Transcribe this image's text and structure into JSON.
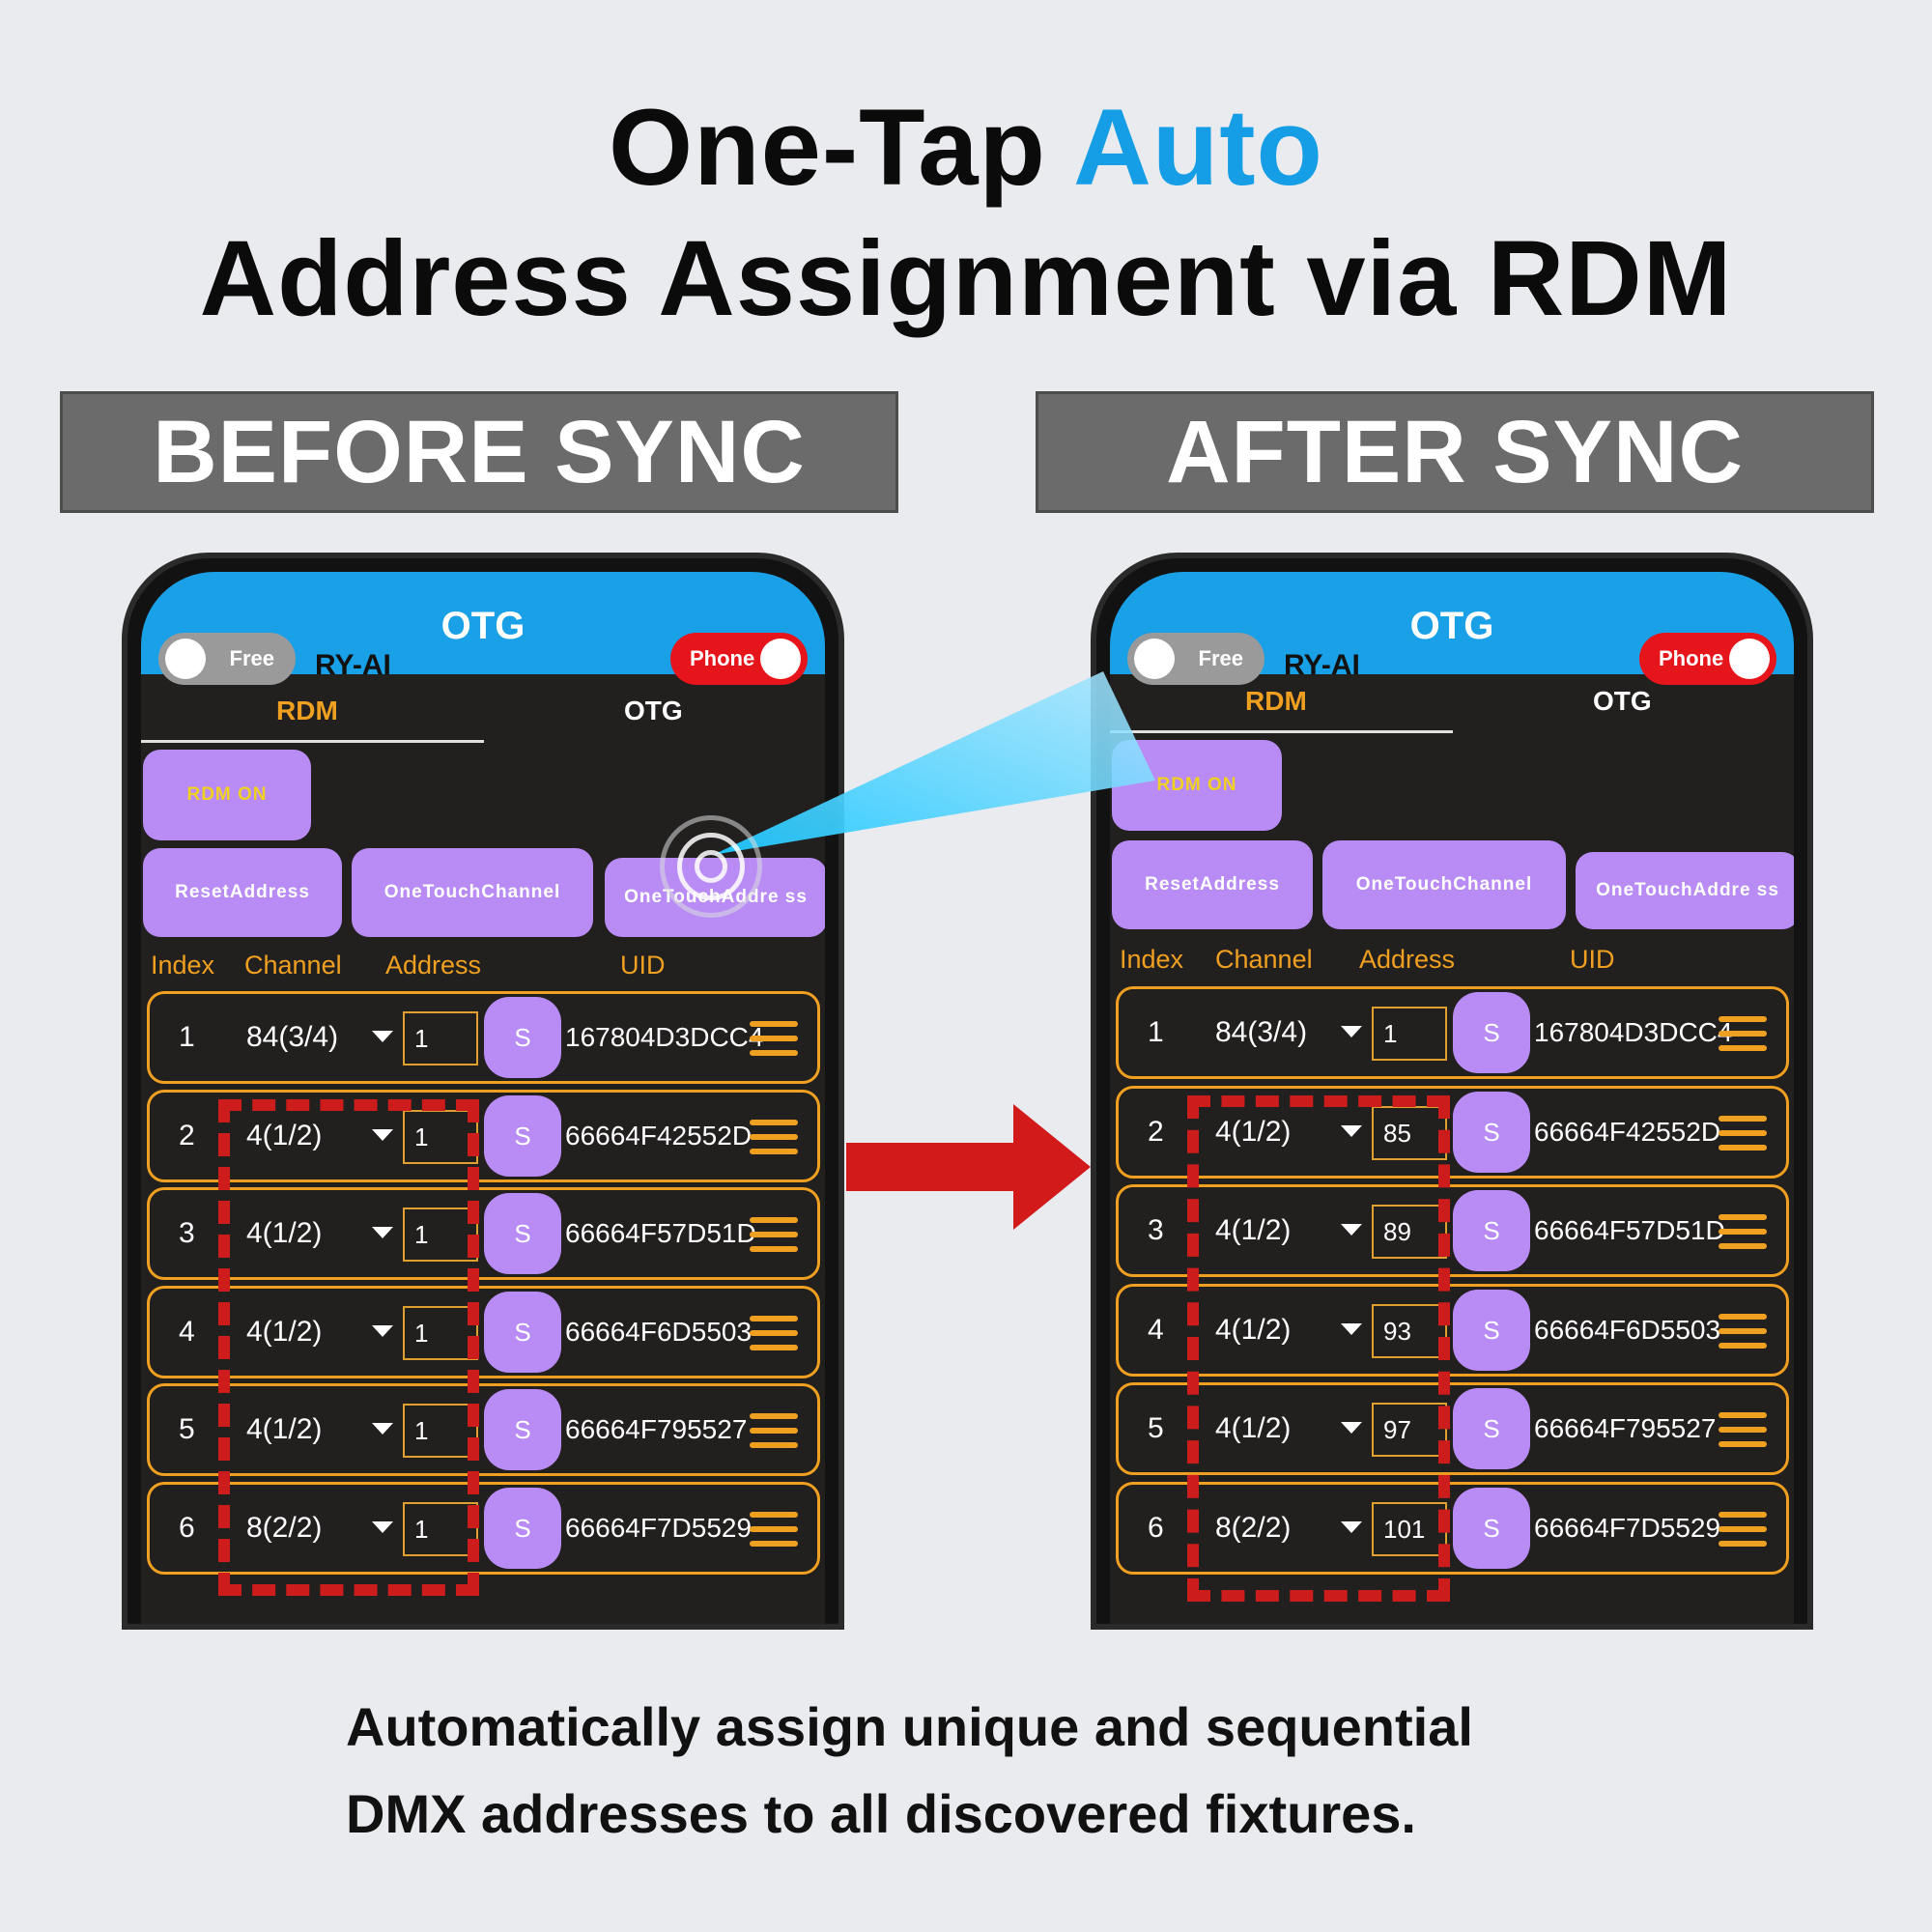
{
  "headline": {
    "line1_prefix": "One-Tap",
    "line1_accent": "Auto",
    "line2": "Address Assignment via RDM"
  },
  "banners": {
    "before": "BEFORE SYNC",
    "after": "AFTER SYNC"
  },
  "app": {
    "title": "OTG",
    "device": "RY-AI",
    "toggle_free": "Free",
    "toggle_phone": "Phone",
    "tab_rdm": "RDM",
    "tab_otg": "OTG",
    "rdm_on": "RDM ON",
    "reset_address": "ResetAddress",
    "one_touch_channel": "OneTouchChannel",
    "one_touch_address": "OneTouchAddre ss",
    "col_index": "Index",
    "col_channel": "Channel",
    "col_address": "Address",
    "col_uid": "UID",
    "set_label": "S"
  },
  "before": {
    "rows": [
      {
        "index": "1",
        "channel": "84(3/4)",
        "address": "1",
        "uid": "167804D3DCC4"
      },
      {
        "index": "2",
        "channel": "4(1/2)",
        "address": "1",
        "uid": "66664F42552D"
      },
      {
        "index": "3",
        "channel": "4(1/2)",
        "address": "1",
        "uid": "66664F57D51D"
      },
      {
        "index": "4",
        "channel": "4(1/2)",
        "address": "1",
        "uid": "66664F6D5503"
      },
      {
        "index": "5",
        "channel": "4(1/2)",
        "address": "1",
        "uid": "66664F795527"
      },
      {
        "index": "6",
        "channel": "8(2/2)",
        "address": "1",
        "uid": "66664F7D5529"
      }
    ]
  },
  "after": {
    "rows": [
      {
        "index": "1",
        "channel": "84(3/4)",
        "address": "1",
        "uid": "167804D3DCC4"
      },
      {
        "index": "2",
        "channel": "4(1/2)",
        "address": "85",
        "uid": "66664F42552D"
      },
      {
        "index": "3",
        "channel": "4(1/2)",
        "address": "89",
        "uid": "66664F57D51D"
      },
      {
        "index": "4",
        "channel": "4(1/2)",
        "address": "93",
        "uid": "66664F6D5503"
      },
      {
        "index": "5",
        "channel": "4(1/2)",
        "address": "97",
        "uid": "66664F795527"
      },
      {
        "index": "6",
        "channel": "8(2/2)",
        "address": "101",
        "uid": "66664F7D5529"
      }
    ]
  },
  "caption": {
    "line1": "Automatically assign unique and sequential",
    "line2": "DMX addresses to all discovered fixtures."
  },
  "colors": {
    "accent": "#159ee6",
    "button": "#b98cf5",
    "row_border": "#f0a020",
    "arrow": "#d21a1a"
  }
}
